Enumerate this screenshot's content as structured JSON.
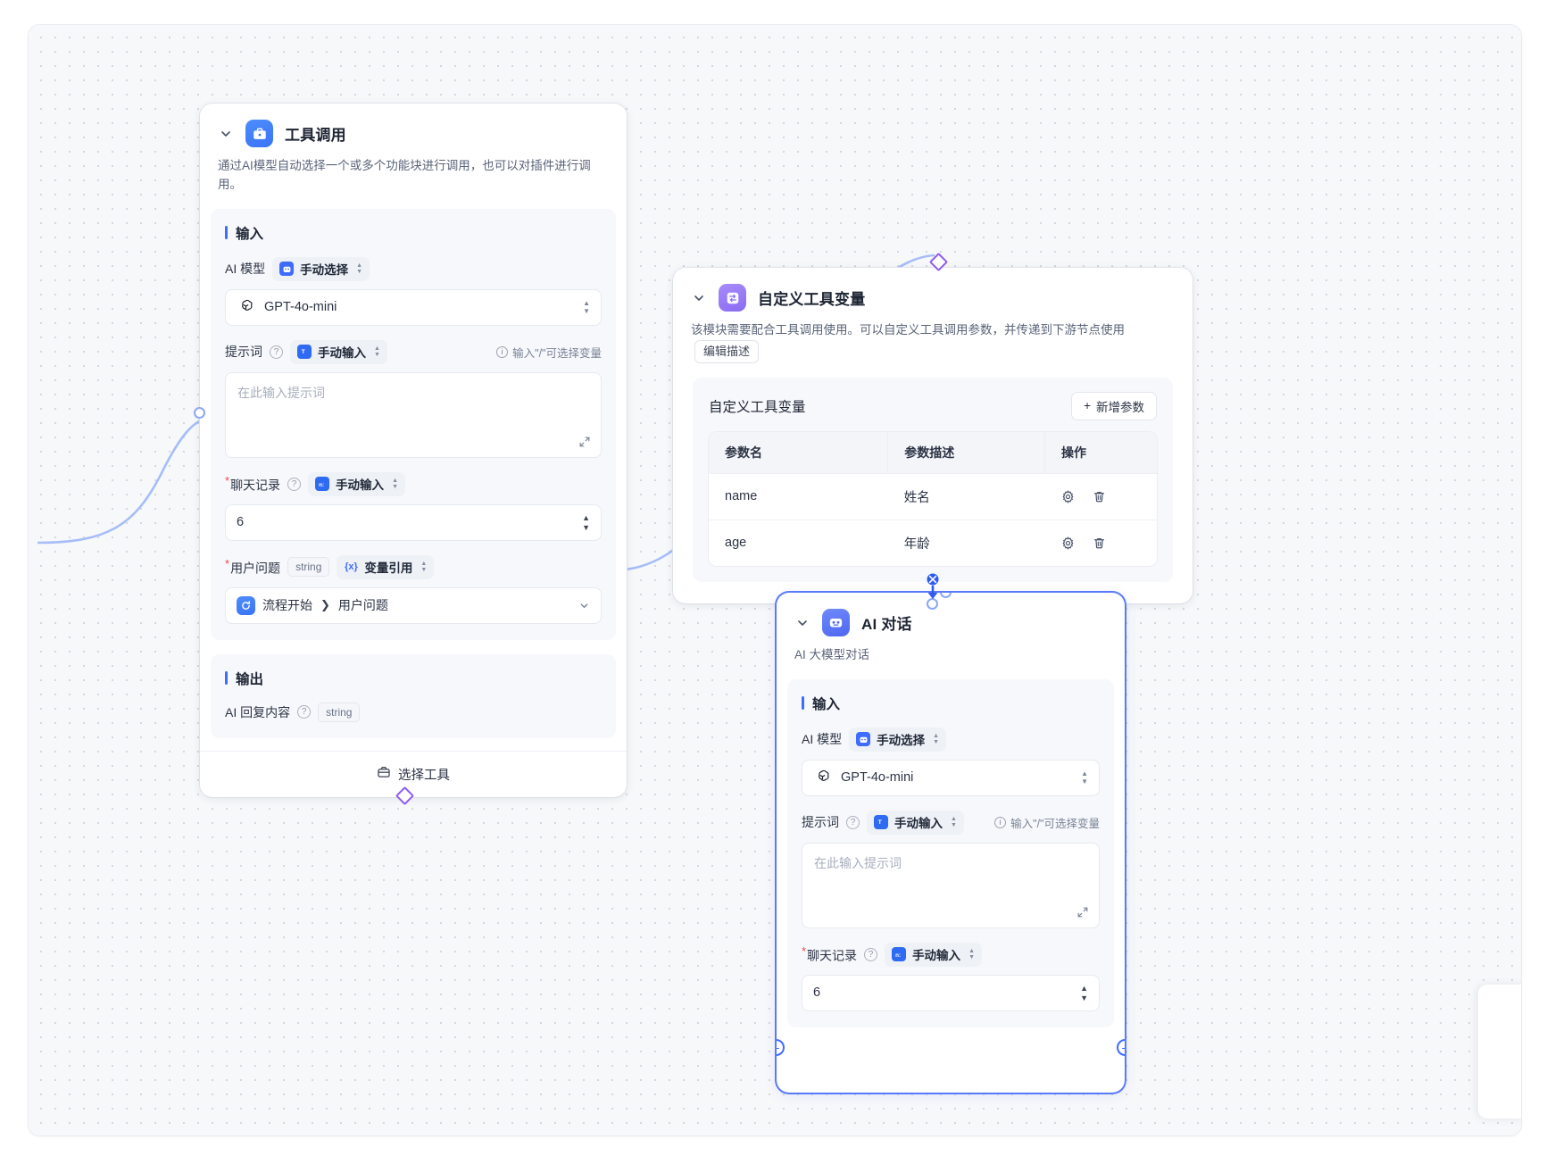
{
  "nodes": {
    "tool_call": {
      "title": "工具调用",
      "icon": "briefcase-icon",
      "description": "通过AI模型自动选择一个或多个功能块进行调用，也可以对插件进行调用。",
      "input_section_label": "输入",
      "output_section_label": "输出",
      "fields": {
        "model_label": "AI 模型",
        "model_mode": "手动选择",
        "model_value": "GPT-4o-mini",
        "prompt_label": "提示词",
        "prompt_mode": "手动输入",
        "prompt_hint": "输入\"/\"可选择变量",
        "prompt_placeholder": "在此输入提示词",
        "history_label": "聊天记录",
        "history_mode": "手动输入",
        "history_value": "6",
        "question_label": "用户问题",
        "question_type": "string",
        "question_mode": "变量引用",
        "question_ref_node": "流程开始",
        "question_ref_field": "用户问题"
      },
      "output": {
        "label": "AI 回复内容",
        "type": "string"
      },
      "footer_action": "选择工具"
    },
    "custom_tool_vars": {
      "title": "自定义工具变量",
      "icon": "swap-icon",
      "description": "该模块需要配合工具调用使用。可以自定义工具调用参数，并传递到下游节点使用",
      "edit_desc_button": "编辑描述",
      "panel_title": "自定义工具变量",
      "add_button": "新增参数",
      "table": {
        "columns": [
          "参数名",
          "参数描述",
          "操作"
        ],
        "rows": [
          {
            "name": "name",
            "desc": "姓名",
            "actions": [
              "settings-icon",
              "trash-icon"
            ]
          },
          {
            "name": "age",
            "desc": "年龄",
            "actions": [
              "settings-icon",
              "trash-icon"
            ]
          }
        ]
      }
    },
    "ai_chat": {
      "title": "AI 对话",
      "icon": "robot-icon",
      "description": "AI 大模型对话",
      "input_section_label": "输入",
      "fields": {
        "model_label": "AI 模型",
        "model_mode": "手动选择",
        "model_value": "GPT-4o-mini",
        "prompt_label": "提示词",
        "prompt_mode": "手动输入",
        "prompt_hint": "输入\"/\"可选择变量",
        "prompt_placeholder": "在此输入提示词",
        "history_label": "聊天记录",
        "history_mode": "手动输入",
        "history_value": "6"
      }
    }
  },
  "colors": {
    "accent": "#3f6bff",
    "edge": "#a7bdf7",
    "diamond": "#8f5cf0",
    "canvas": "#f7f8fa",
    "required": "#f5454a"
  }
}
